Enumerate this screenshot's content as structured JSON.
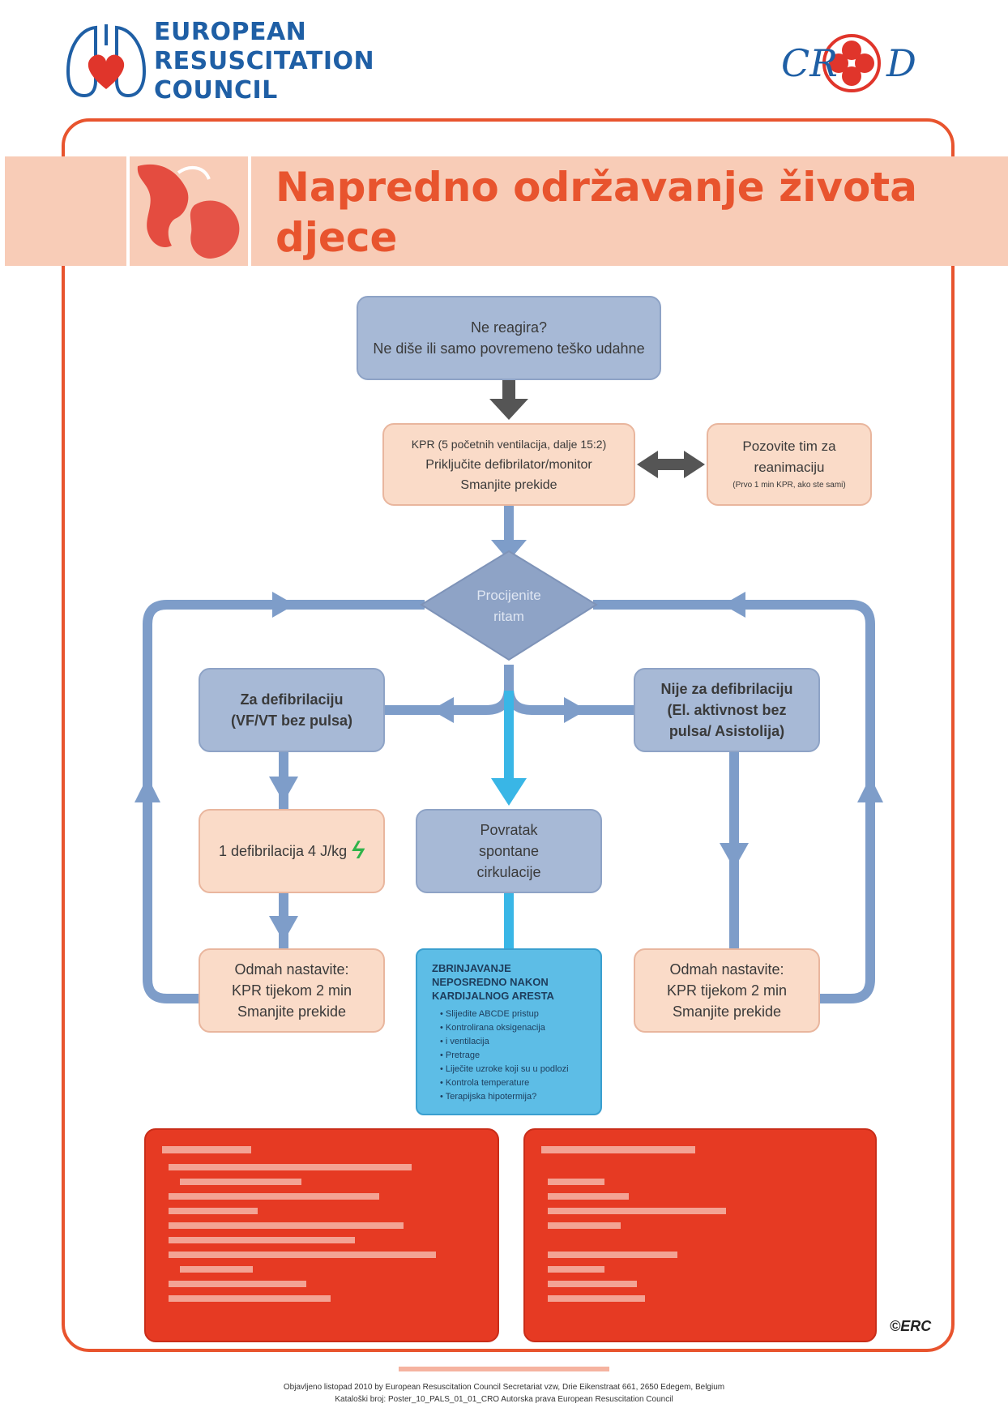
{
  "header": {
    "erc_lines": [
      "EUROPEAN",
      "RESUSCITATION",
      "COUNCIL"
    ],
    "crc_logo_text": [
      "CR",
      "D"
    ]
  },
  "title": {
    "line1": "Napredno održavanje života",
    "line2": "djece"
  },
  "colors": {
    "orange": "#e8542e",
    "peach": "#fadbc8",
    "blue_box": "#a7b9d6",
    "flow_line": "#7e9dc9",
    "cyan": "#5dbde6",
    "red_panel": "#e63a23",
    "bolt_green": "#2fb34a"
  },
  "flow": {
    "start": [
      "Ne reagira?",
      "Ne diše ili samo povremeno teško udahne"
    ],
    "cpr": [
      "KPR (5 početnih ventilacija, dalje 15:2)",
      "Priključite defibrilator/monitor",
      "Smanjite prekide"
    ],
    "team": {
      "lines": [
        "Pozovite tim za",
        "reanimaciju"
      ],
      "note": "(Prvo 1 min KPR, ako ste sami)"
    },
    "assess": [
      "Procijenite",
      "ritam"
    ],
    "shockable": [
      "Za defibrilaciju",
      "(VF/VT bez pulsa)"
    ],
    "non_shockable": [
      "Nije za defibrilaciju",
      "(El. aktivnost bez",
      "pulsa/ Asistolija)"
    ],
    "defib": "1 defibrilacija 4 J/kg",
    "rosc": [
      "Povratak",
      "spontane",
      "cirkulacije"
    ],
    "continue_left": [
      "Odmah nastavite:",
      "KPR tijekom 2 min",
      "Smanjite prekide"
    ],
    "continue_right": [
      "Odmah nastavite:",
      "KPR tijekom 2 min",
      "Smanjite prekide"
    ],
    "post_arrest": {
      "heading": [
        "ZBRINJAVANJE",
        "NEPOSREDNO NAKON",
        "KARDIJALNOG ARESTA"
      ],
      "items": [
        "Slijedite ABCDE pristup",
        "Kontrolirana oksigenacija",
        "i ventilacija",
        "Pretrage",
        "Liječite uzroke koji su u podlozi",
        "Kontrola temperature",
        "Terapijska hipotermija?"
      ]
    }
  },
  "signature": "©ERC",
  "footer": {
    "line1": "Objavljeno listopad 2010 by European Resuscitation Council Secretariat vzw, Drie Eikenstraat 661, 2650 Edegem, Belgium",
    "line2": "Kataloški broj: Poster_10_PALS_01_01_CRO  Autorska prava European Resuscitation Council"
  }
}
